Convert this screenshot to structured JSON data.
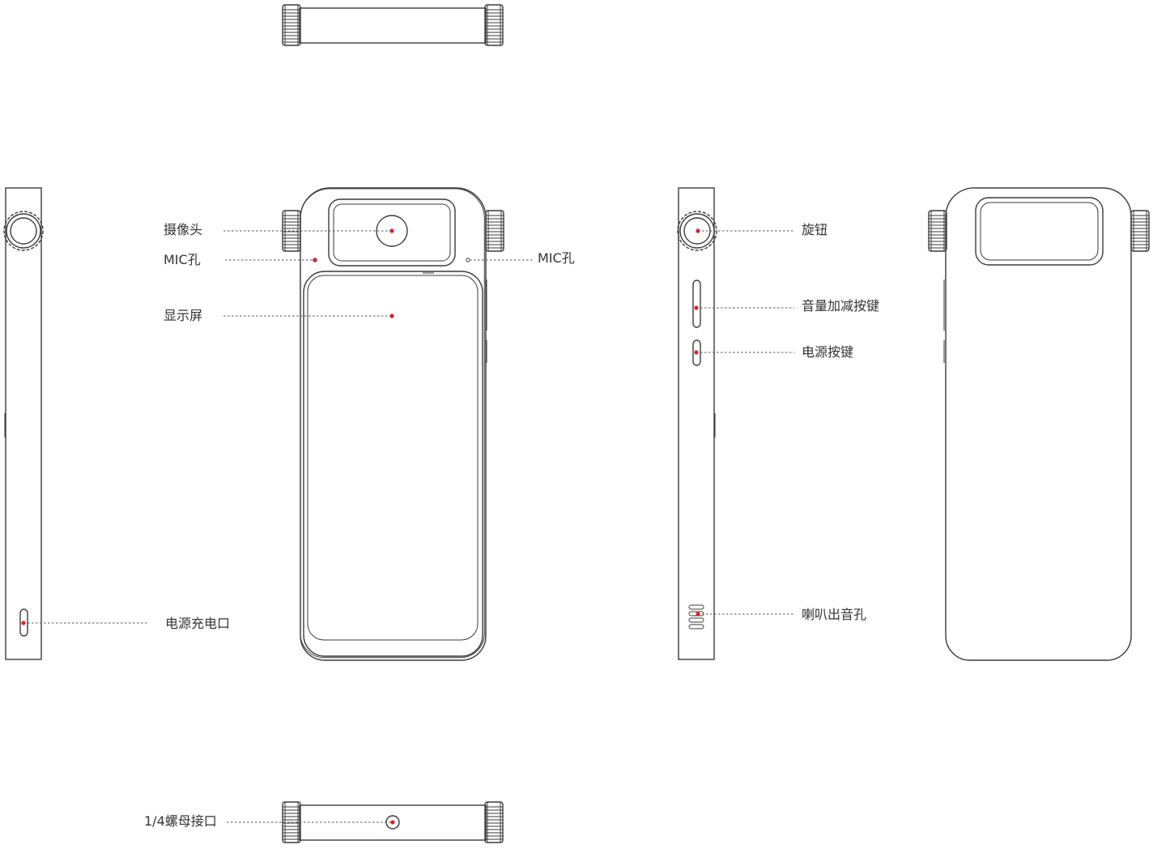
{
  "labels": {
    "camera": "摄像头",
    "mic_left": "MIC孔",
    "mic_right": "MIC孔",
    "display": "显示屏",
    "charging_port": "电源充电口",
    "knob": "旋钮",
    "volume_keys": "音量加减按键",
    "power_key": "电源按键",
    "speaker_hole": "喇叭出音孔",
    "tripod_mount": "1/4螺母接口"
  },
  "colors": {
    "callout_dot": "#e21e26",
    "line": "#3a3a3a"
  }
}
